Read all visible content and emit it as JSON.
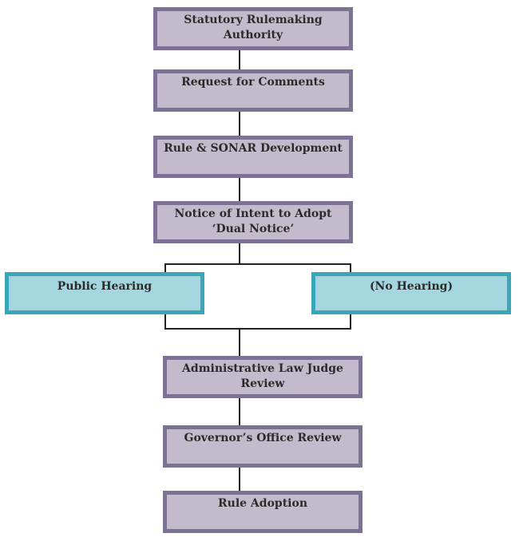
{
  "diagram": {
    "type": "flowchart",
    "colors": {
      "step_fill": "#c2bbcb",
      "step_border": "#7e7196",
      "branch_fill": "#a3d6df",
      "branch_border": "#3aa7b8",
      "connector": "#222222"
    },
    "steps": [
      {
        "id": "statutory",
        "label": "Statutory Rulemaking Authority"
      },
      {
        "id": "request",
        "label": "Request for Comments"
      },
      {
        "id": "development",
        "label": "Rule & SONAR Development"
      },
      {
        "id": "notice",
        "label": "Notice of Intent to Adopt ‘Dual Notice’"
      },
      {
        "id": "alj",
        "label": "Administrative Law Judge Review"
      },
      {
        "id": "governor",
        "label": "Governor’s Office Review"
      },
      {
        "id": "adoption",
        "label": "Rule Adoption"
      }
    ],
    "branches": [
      {
        "id": "public-hearing",
        "label": "Public Hearing"
      },
      {
        "id": "no-hearing",
        "label": "(No Hearing)"
      }
    ],
    "edges": [
      [
        "statutory",
        "request"
      ],
      [
        "request",
        "development"
      ],
      [
        "development",
        "notice"
      ],
      [
        "notice",
        "public-hearing"
      ],
      [
        "notice",
        "no-hearing"
      ],
      [
        "public-hearing",
        "alj"
      ],
      [
        "no-hearing",
        "alj"
      ],
      [
        "alj",
        "governor"
      ],
      [
        "governor",
        "adoption"
      ]
    ]
  }
}
